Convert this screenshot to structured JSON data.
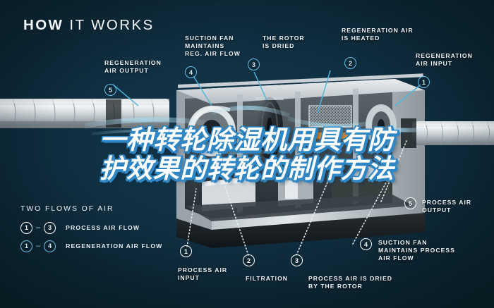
{
  "header": {
    "bold": "HOW",
    "light": "IT WORKS"
  },
  "overlay_title": {
    "line1": "一种转轮除湿机用具有防",
    "line2": "护效果的转轮的制作方法"
  },
  "callouts": [
    {
      "id": "regeneration-air-output",
      "number": "5",
      "label": "REGENERATION\nAIR OUTPUT",
      "style": "cyan"
    },
    {
      "id": "suction-fan-reg",
      "number": "4",
      "label": "SUCTION FAN\nMAINTAINS\nREG. AIR FLOW",
      "style": "cyan"
    },
    {
      "id": "rotor-is-dried",
      "number": "3",
      "label": "THE ROTOR\nIS DRIED",
      "style": "cyan"
    },
    {
      "id": "regeneration-air-heated",
      "number": "2",
      "label": "REGENERATION AIR\nIS HEATED",
      "style": "cyan"
    },
    {
      "id": "regeneration-air-input",
      "number": "1",
      "label": "REGENERATION\nAIR INPUT",
      "style": "cyan"
    },
    {
      "id": "process-air-output",
      "number": "5",
      "label": "PROCESS AIR\nOUTPUT",
      "style": "white"
    },
    {
      "id": "process-air-input",
      "number": "1",
      "label": "PROCESS AIR\nINPUT",
      "style": "white"
    },
    {
      "id": "filtration",
      "number": "2",
      "label": "FILTRATION",
      "style": "white"
    },
    {
      "id": "process-air-dried",
      "number": "3",
      "label": "PROCESS AIR IS DRIED\nBY THE ROTOR",
      "style": "white"
    },
    {
      "id": "suction-fan-process",
      "number": "4",
      "label": "SUCTION FAN\nMAINTAINS PROCESS\nAIR FLOW",
      "style": "white"
    }
  ],
  "legend": {
    "title": "TWO FLOWS OF AIR",
    "rows": [
      {
        "from": "1",
        "to": "3",
        "label": "PROCESS AIR FLOW",
        "style": "white"
      },
      {
        "from": "1",
        "to": "4",
        "label": "REGENERATION AIR FLOW",
        "style": "cyan"
      }
    ]
  },
  "colors": {
    "background": "#0d2733",
    "accent_cyan": "#62c2e8",
    "text": "#eef4f8",
    "title_outline": "#2f86c4",
    "heater_orange": "#e8822a"
  }
}
